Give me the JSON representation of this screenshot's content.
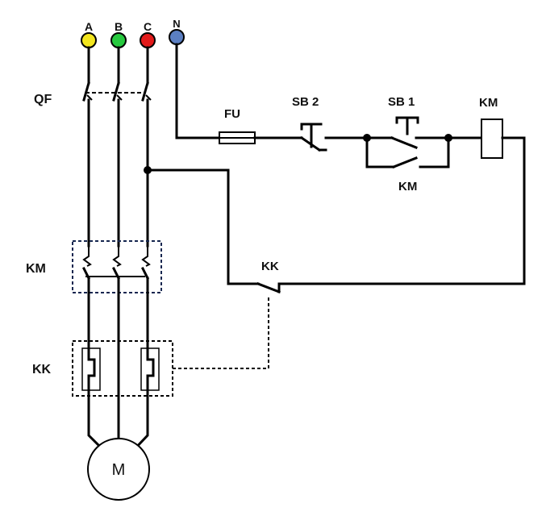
{
  "diagram": {
    "phase_labels": {
      "a": "A",
      "b": "B",
      "c": "C",
      "n": "N"
    },
    "colors": {
      "phase_a": "#f3e61f",
      "phase_b": "#27c93f",
      "phase_c": "#e21a1a",
      "neutral": "#5b7fc2",
      "wire": "#000000",
      "contactor_box": "#16264f"
    },
    "labels": {
      "breaker": "QF",
      "fuse": "FU",
      "stop_button": "SB 2",
      "start_button": "SB 1",
      "coil": "KM",
      "holding_contact": "KM",
      "main_contactor": "KM",
      "overload_relay": "KK",
      "overload_contact": "KK",
      "motor": "M"
    }
  }
}
